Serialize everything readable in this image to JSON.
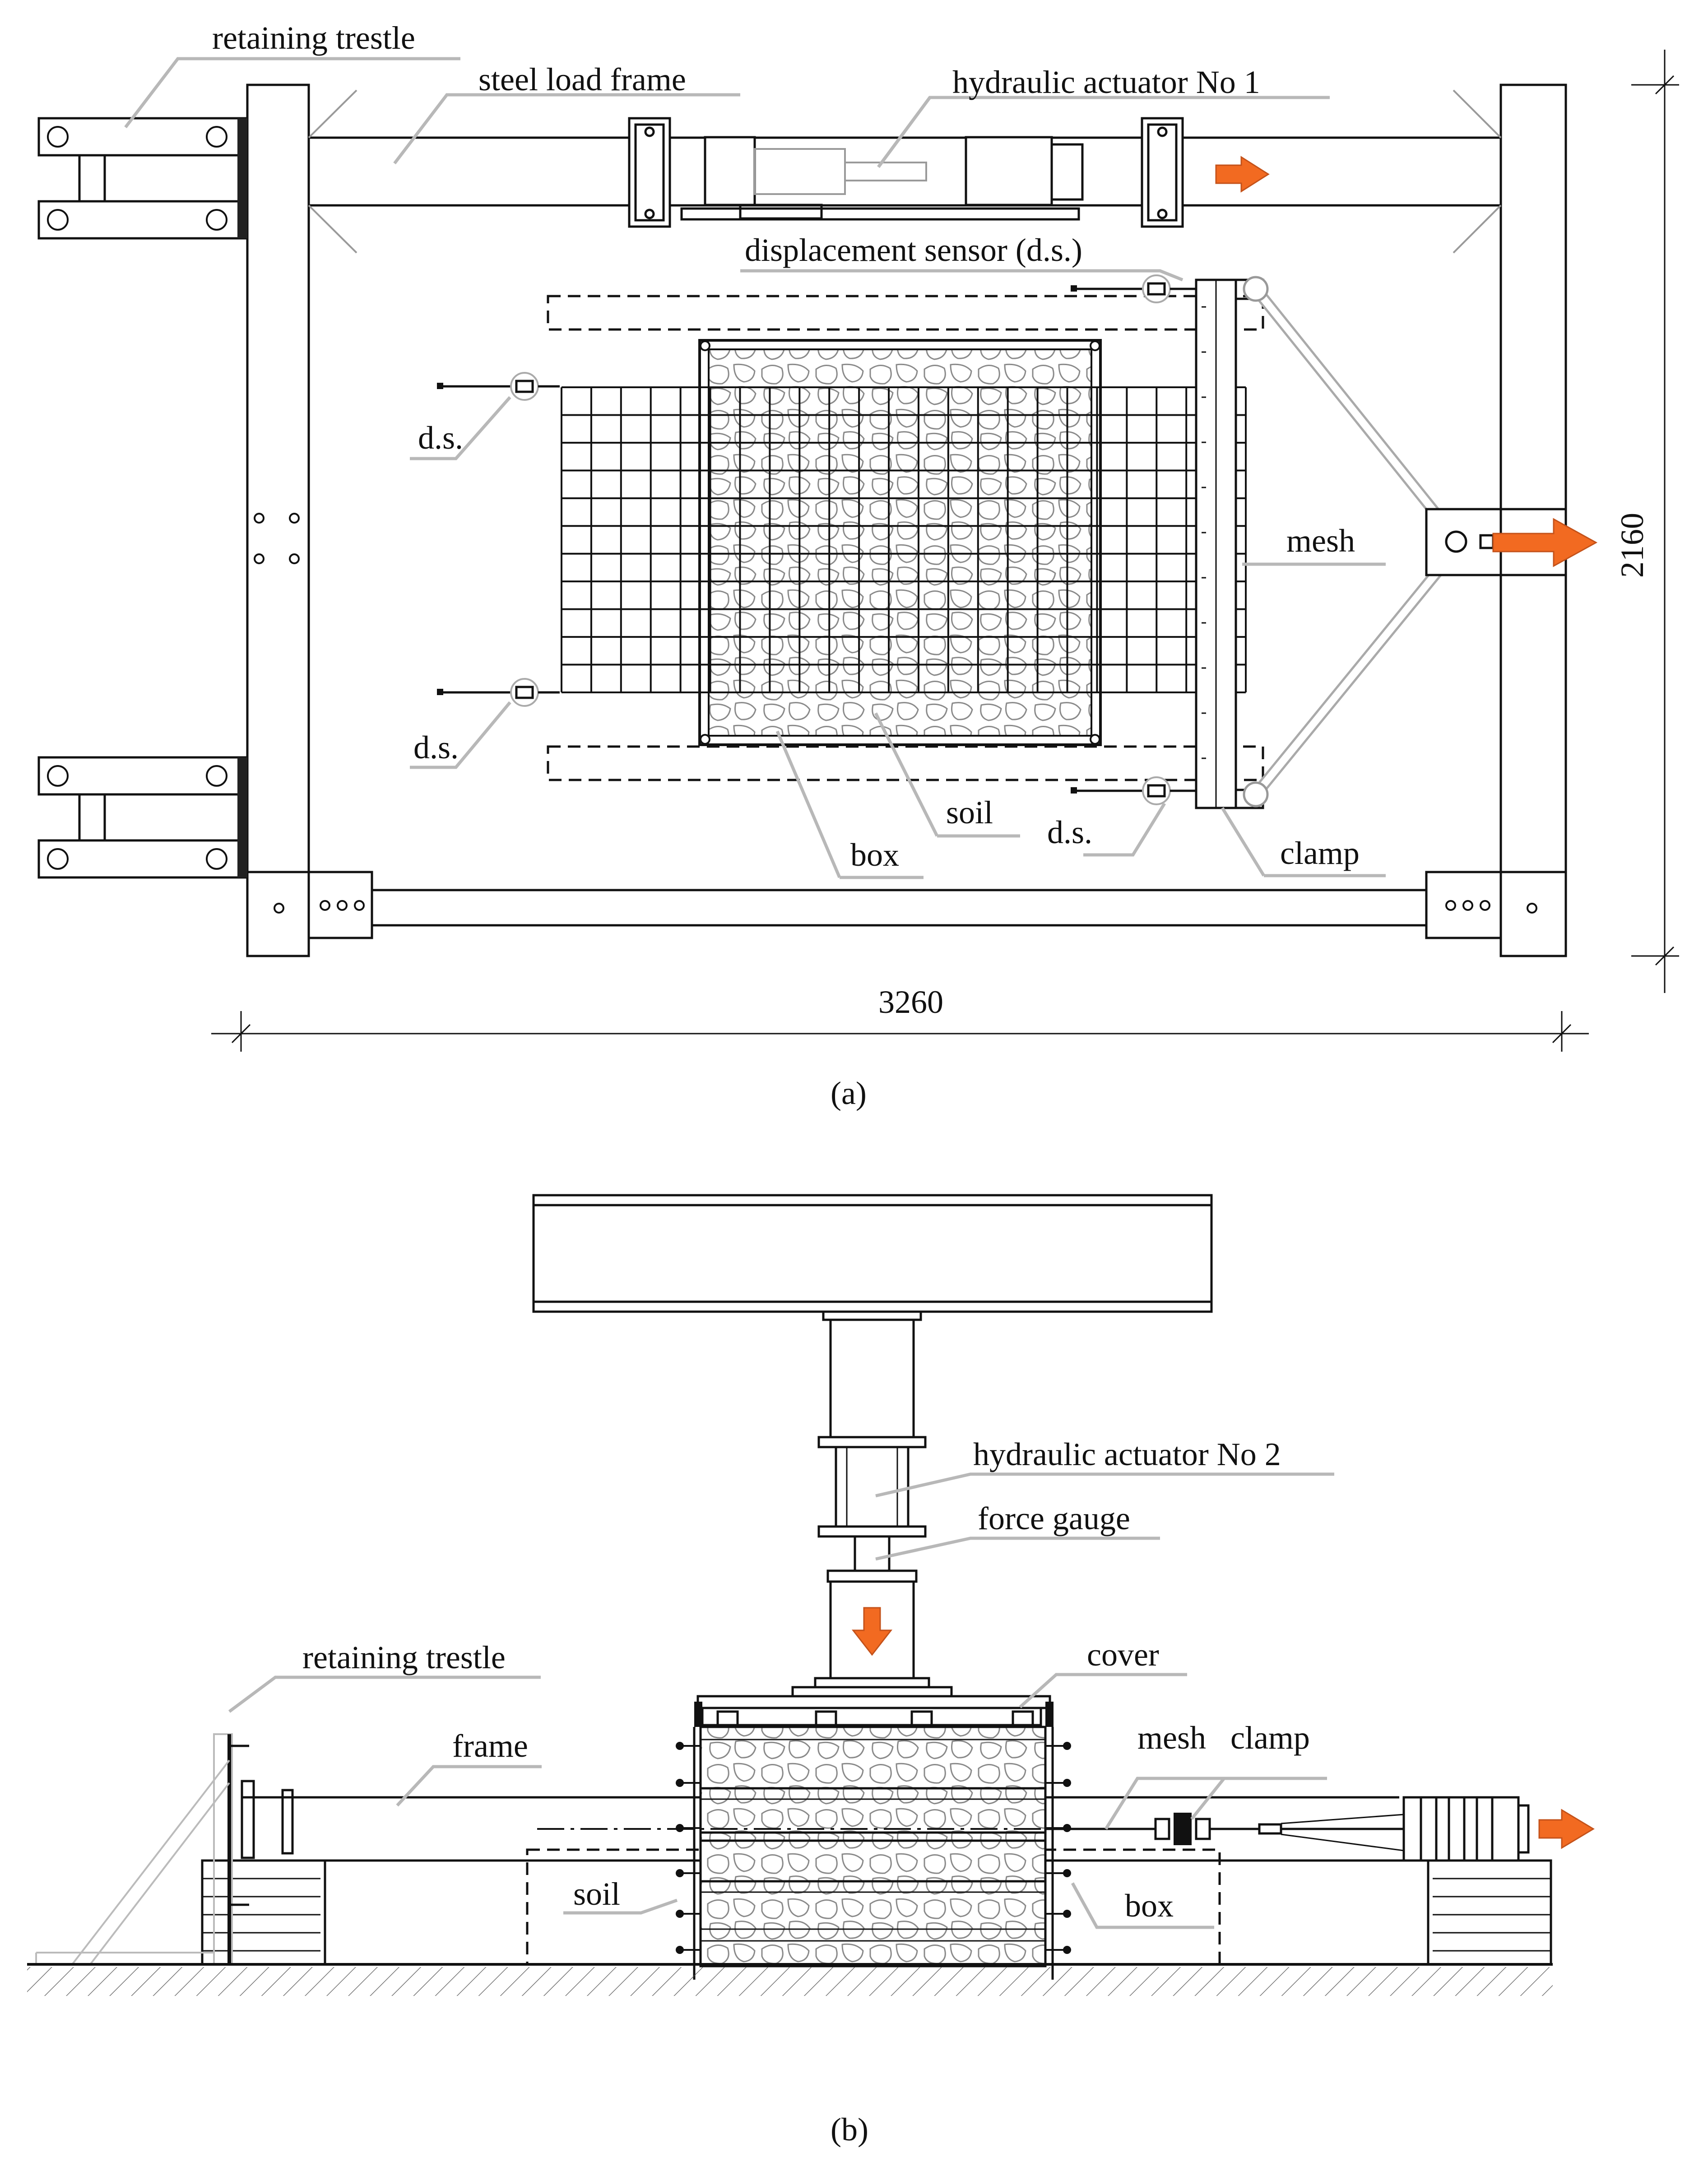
{
  "figure_a": {
    "caption": "(a)",
    "labels": {
      "retaining_trestle": "retaining trestle",
      "steel_load_frame": "steel load frame",
      "hydraulic_actuator_1": "hydraulic actuator No 1",
      "displacement_sensor": "displacement sensor (d.s.)",
      "ds_upper_left": "d.s.",
      "ds_lower_left": "d.s.",
      "ds_lower_right": "d.s.",
      "mesh": "mesh",
      "soil": "soil",
      "box": "box",
      "clamp": "clamp"
    },
    "dimensions": {
      "width": "3260",
      "height": "2160"
    }
  },
  "figure_b": {
    "caption": "(b)",
    "labels": {
      "hydraulic_actuator_2": "hydraulic actuator No 2",
      "force_gauge": "force gauge",
      "cover": "cover",
      "retaining_trestle": "retaining trestle",
      "frame": "frame",
      "mesh": "mesh",
      "clamp": "clamp",
      "soil": "soil",
      "box": "box"
    }
  },
  "colors": {
    "arrow": "#f26a21",
    "line": "#111111",
    "leader": "#b8b8b8"
  }
}
